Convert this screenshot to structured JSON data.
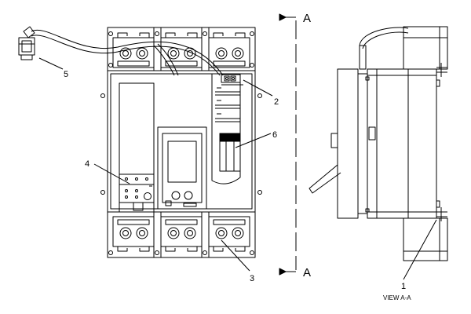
{
  "callouts": {
    "c1": "1",
    "c2": "2",
    "c3": "3",
    "c4": "4",
    "c5": "5",
    "c6": "6"
  },
  "section_marks": {
    "top": "A",
    "bottom": "A"
  },
  "view_caption": "VIEW A-A",
  "colors": {
    "line": "#000000",
    "background": "#ffffff"
  }
}
